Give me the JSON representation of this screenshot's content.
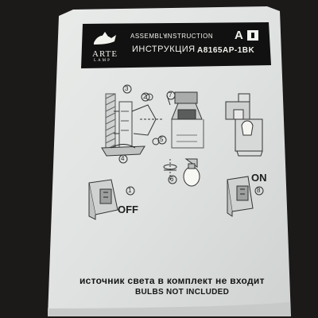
{
  "header": {
    "brand_name": "ARTE",
    "brand_sub": "LAMP",
    "assembly": "ASSEMBLY",
    "instruction": "INSTRUCTION",
    "instruktsiya": "ИНСТРУКЦИЯ",
    "model": "A8165AP-1BK",
    "brand_letter": "A"
  },
  "steps": {
    "s1": "1",
    "s2": "2",
    "s3": "3",
    "s4": "4",
    "s5": "5",
    "s6": "6",
    "s7": "7",
    "s8": "8"
  },
  "switch": {
    "off": "OFF",
    "on": "ON"
  },
  "footer": {
    "line_ru": "источник света в комплект не входит",
    "line_en": "BULBS NOT INCLUDED"
  }
}
